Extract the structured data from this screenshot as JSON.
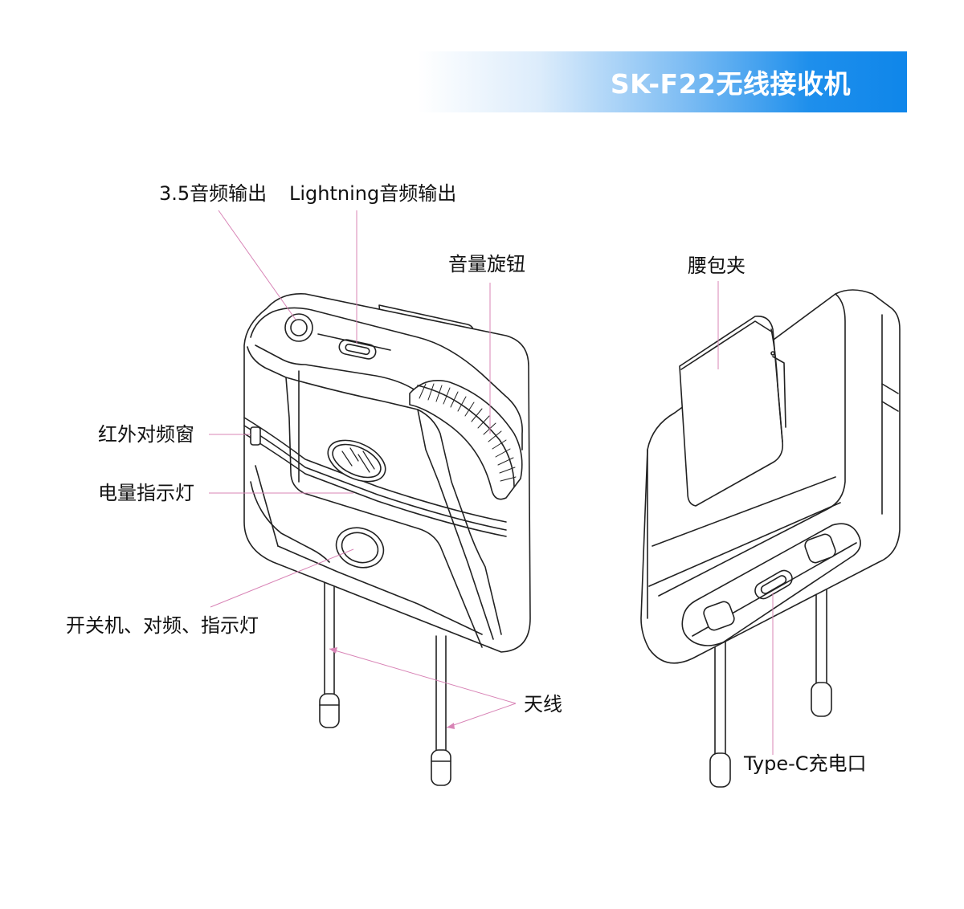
{
  "header": {
    "title": "SK-F22无线接收机"
  },
  "labels": {
    "jack35": "3.5音频输出",
    "lightning": "Lightning音频输出",
    "volume_knob": "音量旋钮",
    "ir_pairing": "红外对频窗",
    "battery_led": "电量指示灯",
    "power_button": "开关机、对频、指示灯",
    "antenna": "天线",
    "belt_clip": "腰包夹",
    "typec": "Type-C充电口"
  },
  "colors": {
    "banner_accent": "#0f86ea",
    "leader_line": "#d884b6",
    "outline": "#222222"
  }
}
